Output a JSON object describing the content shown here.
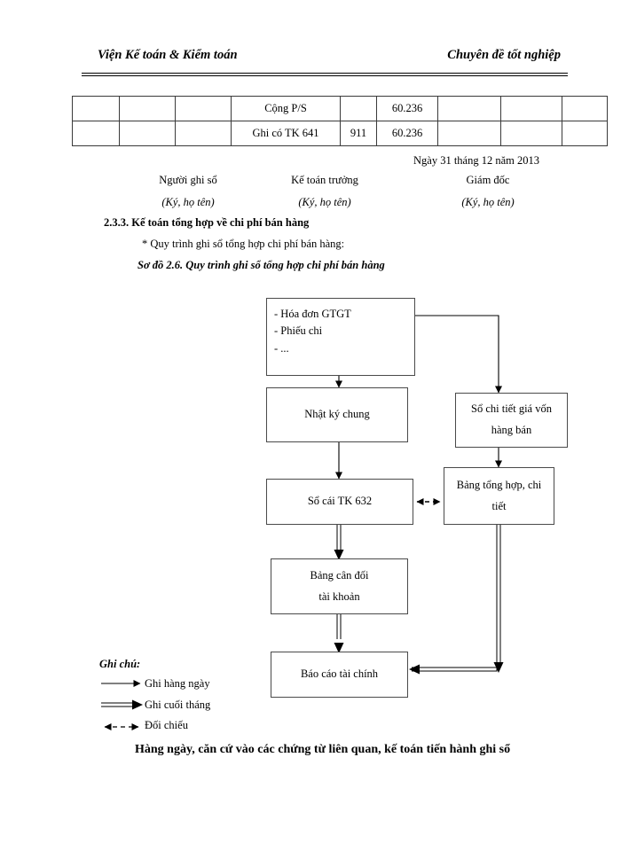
{
  "header": {
    "left": "Viện Kế toán & Kiểm toán",
    "right": "Chuyên đề tốt nghiệp"
  },
  "table": {
    "rows": [
      [
        "",
        "",
        "",
        "Cộng P/S",
        "",
        "60.236",
        "",
        "",
        ""
      ],
      [
        "",
        "",
        "",
        "Ghi có TK 641",
        "911",
        "60.236",
        "",
        "",
        ""
      ]
    ]
  },
  "signature": {
    "dateline": "Ngày 31 tháng  12 năm 2013",
    "columns": [
      {
        "role": "Người ghi sổ",
        "sub": "(Ký, họ tên)"
      },
      {
        "role": "Kế toán trưởng",
        "sub": "(Ký, họ tên)"
      },
      {
        "role": "Giám đốc",
        "sub": "(Ký, họ tên)"
      }
    ]
  },
  "headings": {
    "section": "2.3.3. Kế toán tổng hợp về chi phí bán hàng",
    "subtitle": "* Quy trình ghi sổ tổng hợp chi phí bán hàng:",
    "caption": "Sơ đồ 2.6. Quy trình ghi sổ tổng hợp chi phí bán hàng"
  },
  "flowchart": {
    "nodes": {
      "documents": {
        "line1": "- Hóa đơn GTGT",
        "line2": "- Phiếu chi",
        "line3": "- ..."
      },
      "journal": {
        "line1": "Nhật ký chung"
      },
      "detail_book": {
        "line1": "Sổ chi tiết giá vốn",
        "line2": "hàng bán"
      },
      "ledger": {
        "line1": "Sổ cái TK 632"
      },
      "summary": {
        "line1": "Bảng tổng hợp, chi",
        "line2": "tiết"
      },
      "trial_balance": {
        "line1": "Bảng cân đối",
        "line2": "tài khoản"
      },
      "report": {
        "line1": "Báo cáo tài chính"
      }
    }
  },
  "legend": {
    "title": "Ghi chú:",
    "items": [
      {
        "label": "Ghi hàng ngày",
        "style": "single-arrow"
      },
      {
        "label": "Ghi cuối tháng",
        "style": "double-arrow"
      },
      {
        "label": "Đối chiếu",
        "style": "dashed-bidirectional"
      }
    ]
  },
  "paragraph": {
    "text": "Hàng ngày, căn cứ vào các chứng từ liên quan, kế toán tiến hành ghi sổ"
  },
  "colors": {
    "ink": "#000000",
    "rule": "#4a4a4a",
    "page": "#ffffff"
  }
}
